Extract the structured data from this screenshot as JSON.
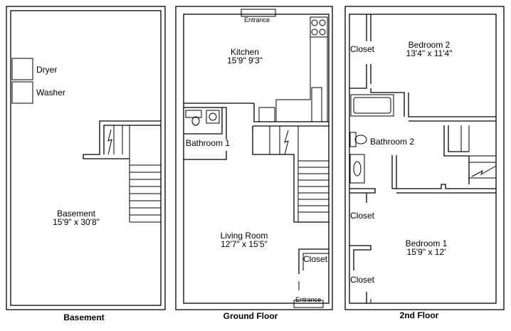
{
  "plans": {
    "basement": {
      "caption": "Basement",
      "dryer": "Dryer",
      "washer": "Washer",
      "room_name": "Basement",
      "room_dims": "15'9\" x 30'8\""
    },
    "ground": {
      "caption": "Ground Floor",
      "entrance_top": "Entrance",
      "entrance_bottom": "Entrance",
      "kitchen_name": "Kitchen",
      "kitchen_dims": "15'9\" 9'3\"",
      "bathroom": "Bathroom 1",
      "living_name": "Living Room",
      "living_dims": "12'7\" x 15'5\"",
      "closet": "Closet"
    },
    "second": {
      "caption": "2nd Floor",
      "closet_top": "Closet",
      "bed2_name": "Bedroom 2",
      "bed2_dims": "13'4\" x 11'4\"",
      "bathroom": "Bathroom 2",
      "closet_mid": "Closet",
      "bed1_name": "Bedroom 1",
      "bed1_dims": "15'9\" x 12'",
      "closet_bottom": "Closet"
    }
  }
}
